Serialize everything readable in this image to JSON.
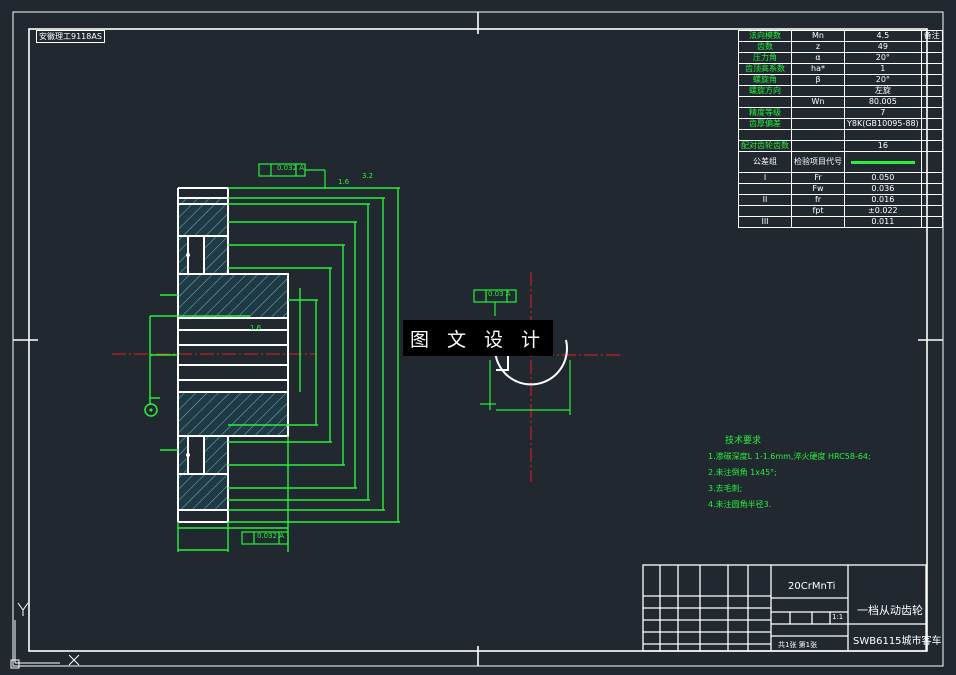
{
  "drawing": {
    "corner_note": "安徽理工9118AS",
    "watermark": "图 文 设 计",
    "technical_requirements": {
      "title": "技术要求",
      "items": [
        "1.渗碳深度L 1-1.6mm,淬火硬度 HRC58-64;",
        "2.未注倒角 1x45°;",
        "3.去毛刺;",
        "4.未注圆角半径3."
      ]
    },
    "param_table": {
      "rows": [
        [
          "法向模数",
          "Mn",
          "4.5",
          "备注"
        ],
        [
          "齿数",
          "z",
          "49",
          ""
        ],
        [
          "压力角",
          "α",
          "20°",
          ""
        ],
        [
          "齿顶高系数",
          "ha*",
          "1",
          ""
        ],
        [
          "螺旋角",
          "β",
          "20°",
          ""
        ],
        [
          "螺旋方向",
          "",
          "左旋",
          ""
        ],
        [
          "",
          "Wn",
          "80.005",
          ""
        ],
        [
          "精度等级",
          "",
          "7",
          ""
        ],
        [
          "齿厚偏差",
          "",
          "Y8K(GB10095-88)",
          ""
        ],
        [
          "",
          "",
          "",
          ""
        ],
        [
          "配对齿轮齿数",
          "",
          "16",
          ""
        ],
        [
          "公差组",
          "检验项目代号",
          "",
          ""
        ],
        [
          "I",
          "Fr",
          "0.050",
          ""
        ],
        [
          "",
          "Fw",
          "0.036",
          ""
        ],
        [
          "II",
          "fr",
          "0.016",
          ""
        ],
        [
          "",
          "fpt",
          "±0.022",
          ""
        ],
        [
          "III",
          "",
          "0.011",
          ""
        ]
      ]
    },
    "title_block": {
      "material": "20CrMnTi",
      "part_name": "一档从动齿轮",
      "assembly": "SWB6115城市客车",
      "scale": "1:1",
      "sheet": "共1张 第1张"
    },
    "dimensions": {
      "tolerance_frame_top": "0.032 A",
      "tolerance_frame_bottom": "0.032 A",
      "tolerance_frame_keyway": "0.03 A",
      "roughness_1": "1.6",
      "roughness_2": "3.2",
      "roughness_3": "1.6"
    }
  },
  "colors": {
    "background": "#212830",
    "line_white": "#ffffff",
    "line_green": "#28f03c",
    "line_red": "#e02020"
  }
}
